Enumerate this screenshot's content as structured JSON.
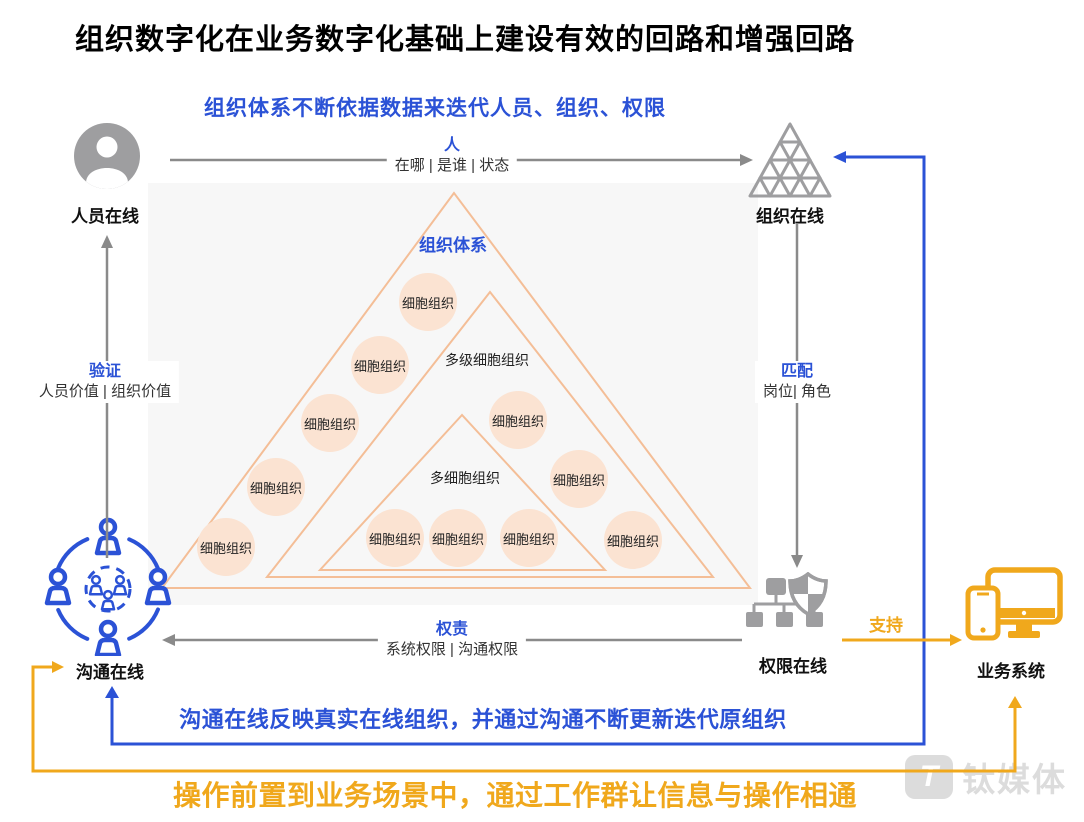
{
  "title": "组织数字化在业务数字化基础上建设有效的回路和增强回路",
  "subtitle": "组织体系不断依据数据来迭代人员、组织、权限",
  "nodes": {
    "person": "人员在线",
    "org": "组织在线",
    "comm": "沟通在线",
    "perm": "权限在线",
    "biz": "业务系统"
  },
  "edges": {
    "top": {
      "primary": "人",
      "secondary": "在哪 | 是谁 | 状态"
    },
    "left": {
      "primary": "验证",
      "secondary": "人员价值 | 组织价值"
    },
    "right": {
      "primary": "匹配",
      "secondary": "岗位| 角色"
    },
    "bottom": {
      "primary": "权责",
      "secondary": "系统权限 | 沟通权限"
    },
    "support": "支持"
  },
  "pyramid": {
    "title": "组织体系",
    "multi_level_label": "多级细胞组织",
    "multi_cell_label": "多细胞组织",
    "cells": [
      "细胞组织",
      "细胞组织",
      "细胞组织",
      "细胞组织",
      "细胞组织",
      "细胞组织",
      "细胞组织",
      "细胞组织",
      "细胞组织",
      "细胞组织",
      "细胞组织"
    ]
  },
  "notes": {
    "blue": "沟通在线反映真实在线组织，并通过沟通不断更新迭代原组织",
    "orange": "操作前置到业务场景中，通过工作群让信息与操作相通"
  },
  "watermark": "钛媒体",
  "colors": {
    "blue": "#2B52D6",
    "gold": "#F0A81C",
    "icon_gray": "#9E9EA0",
    "arrow_gray": "#8A8A8A",
    "triangle_stroke": "#F4BE97",
    "cell_fill": "#FBE3D2",
    "panel_bg": "#F7F7F7"
  }
}
